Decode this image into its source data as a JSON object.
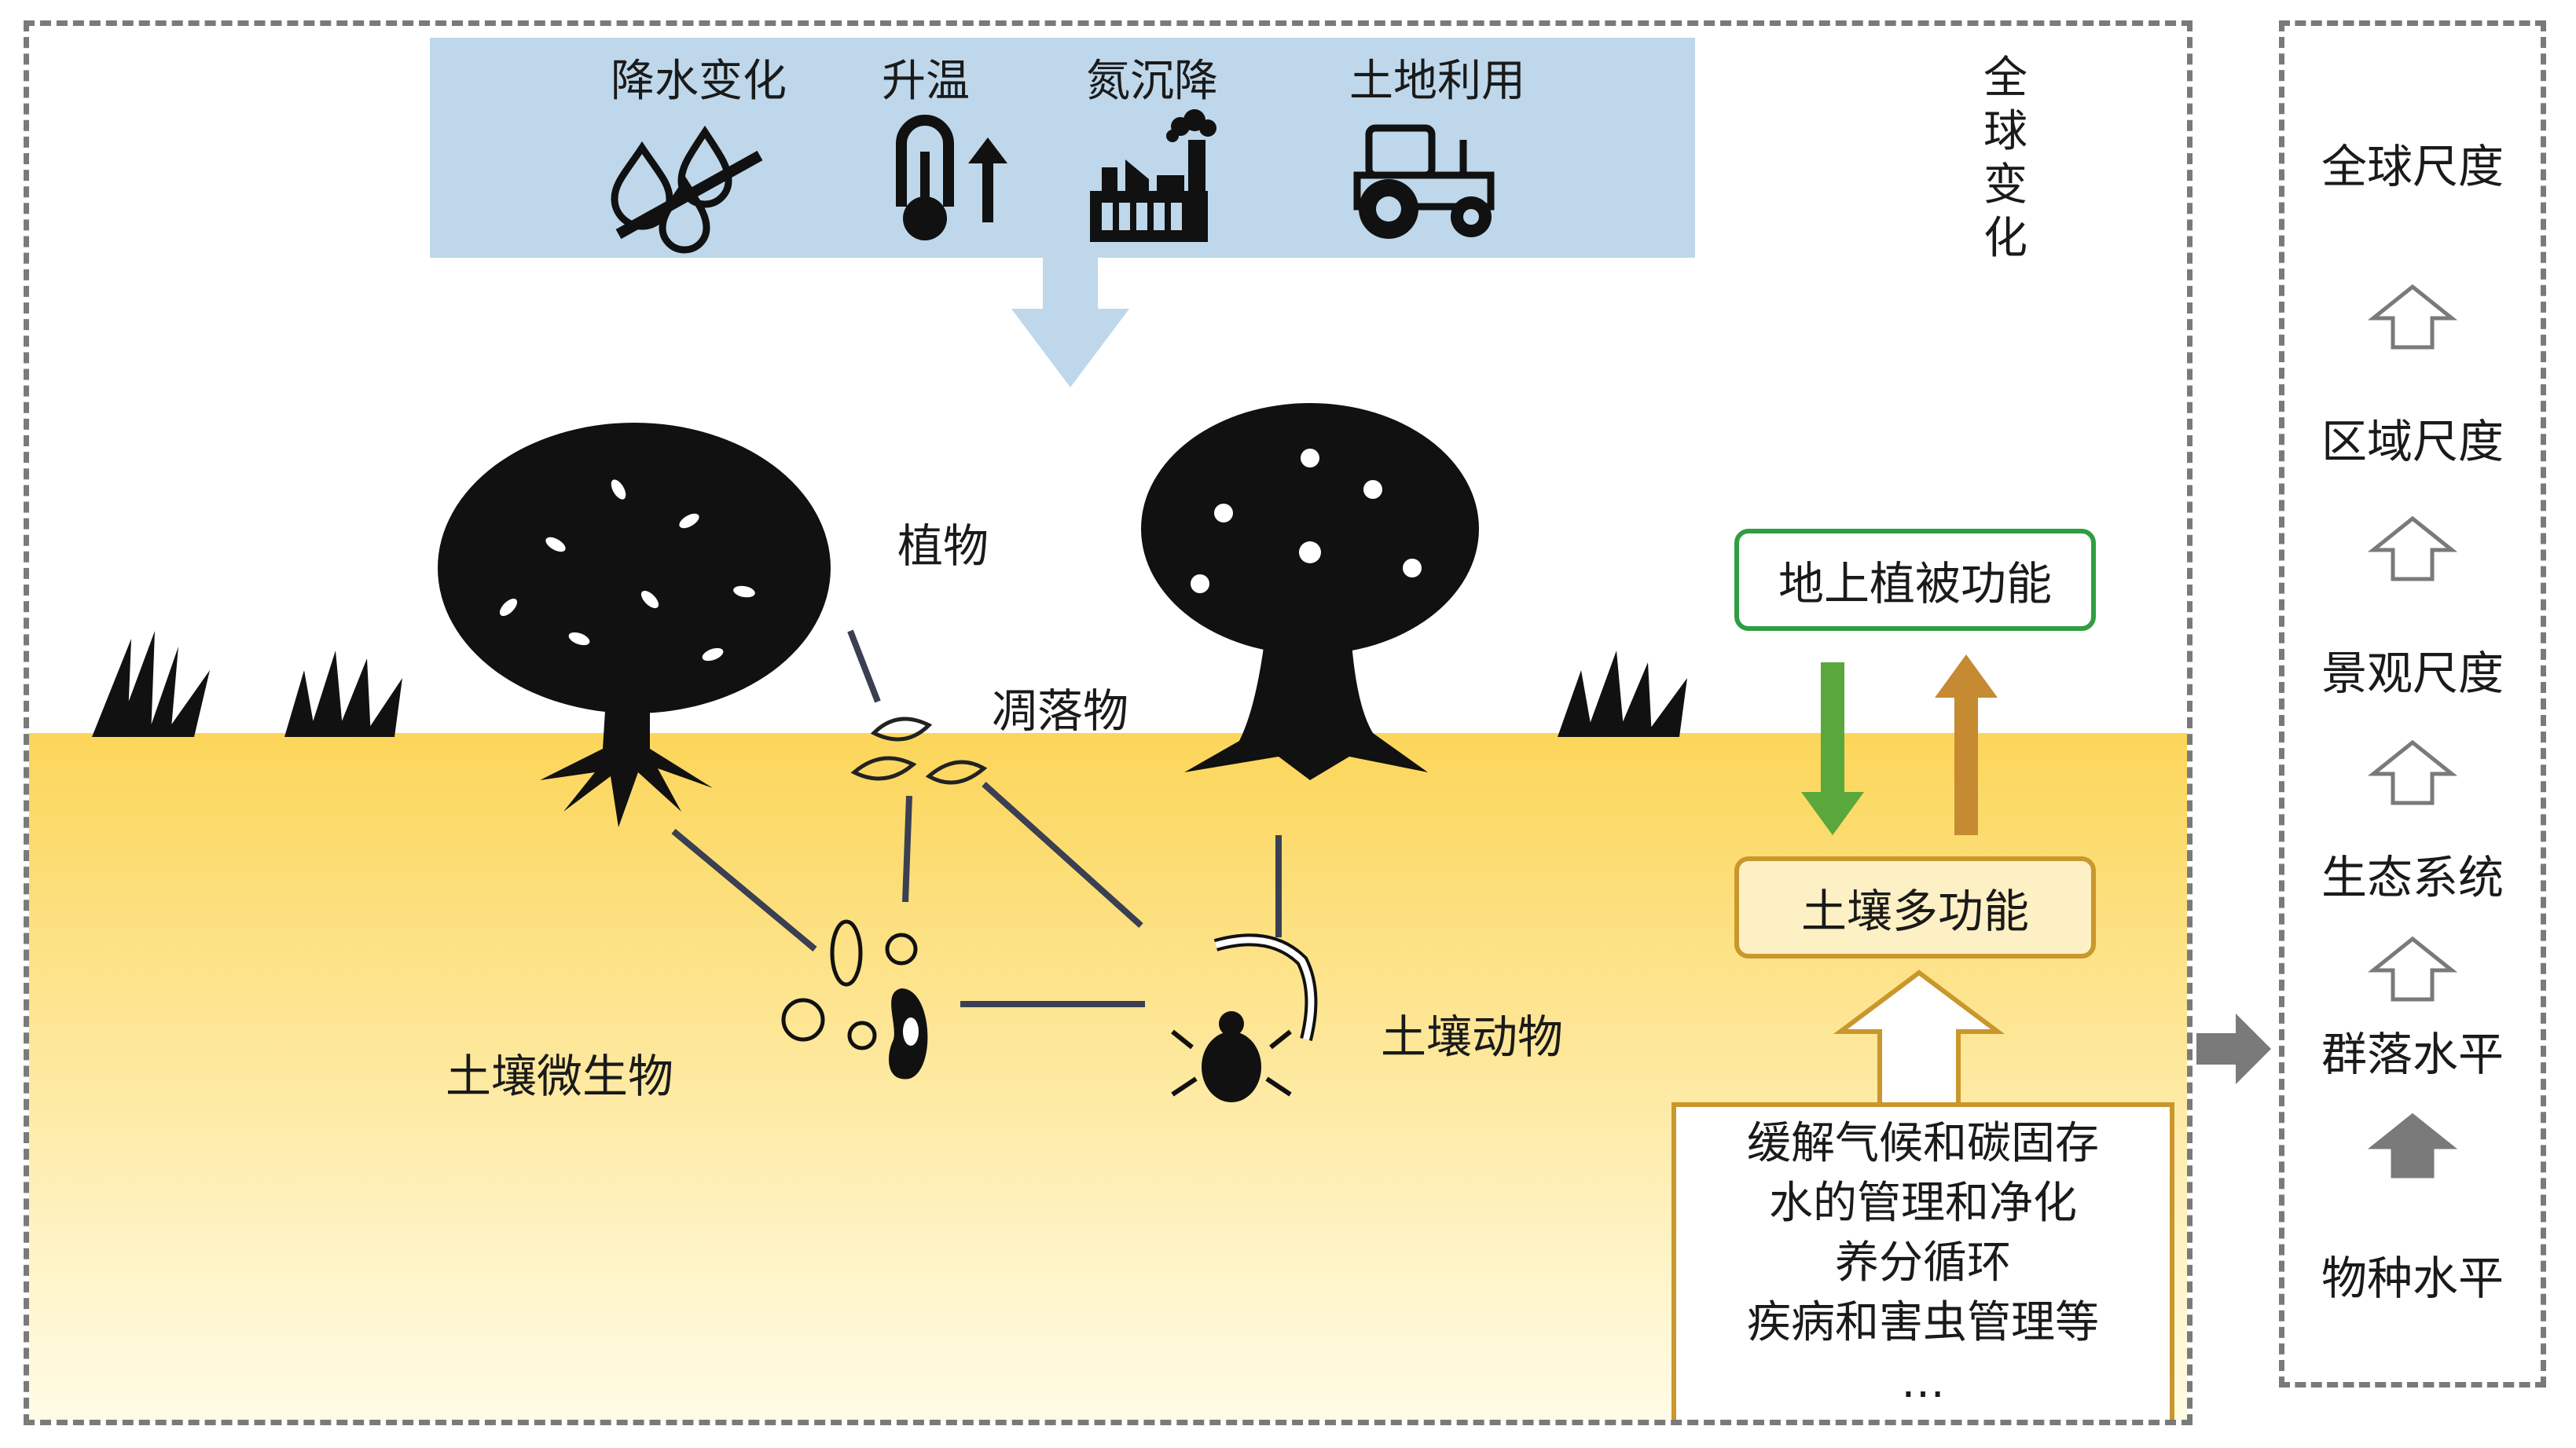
{
  "global_change": {
    "items": [
      {
        "label": "降水变化",
        "icon": "precipitation-change-icon"
      },
      {
        "label": "升温",
        "icon": "warming-thermometer-icon"
      },
      {
        "label": "氮沉降",
        "icon": "factory-icon"
      },
      {
        "label": "土地利用",
        "icon": "tractor-icon"
      }
    ],
    "vertical_label": [
      "全",
      "球",
      "变",
      "化"
    ]
  },
  "ecosystem": {
    "plants": "植物",
    "litter": "凋落物",
    "soil_microbes": "土壤微生物",
    "soil_fauna": "土壤动物"
  },
  "functions": {
    "aboveground": "地上植被功能",
    "soil_multifunctionality": "土壤多功能",
    "services": [
      "缓解气候和碳固存",
      "水的管理和净化",
      "养分循环",
      "疾病和害虫管理等",
      "…"
    ]
  },
  "scales": [
    "全球尺度",
    "区域尺度",
    "景观尺度",
    "生态系统",
    "群落水平",
    "物种水平"
  ],
  "colors": {
    "global_box": "#bed7ea",
    "soil_top": "#fcd65a",
    "soil_bottom": "#fffbe8",
    "green_arrow": "#5aa83c",
    "brown_arrow": "#c58a32",
    "frame": "#7a7a7a",
    "box_orange_border": "#c9972c",
    "box_green_border": "#2f9e41"
  }
}
